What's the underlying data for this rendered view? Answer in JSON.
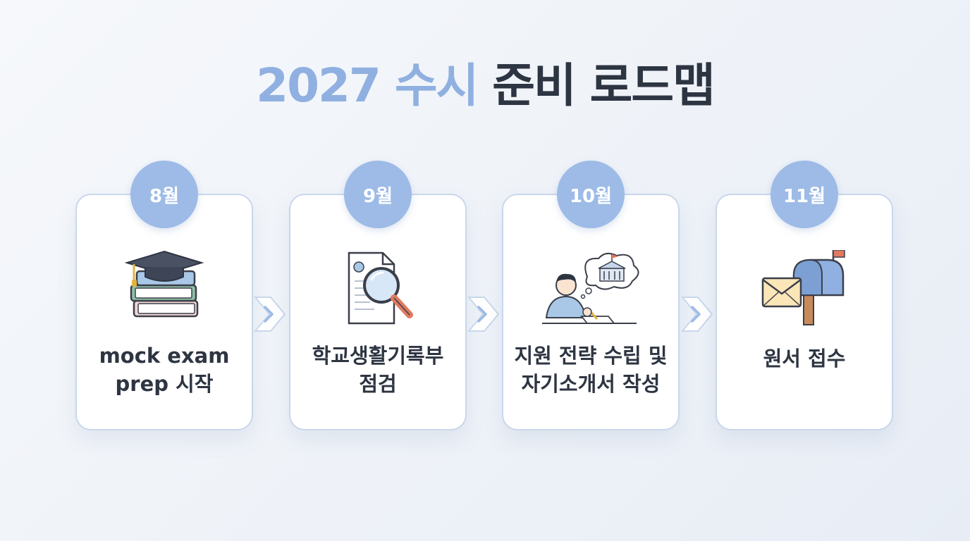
{
  "title": {
    "accent": "2027 수시",
    "rest": "준비 로드맵"
  },
  "colors": {
    "accent": "#8fb0e0",
    "badge": "#9dbbe6",
    "card_border": "#c9d7ec",
    "text": "#2e3542"
  },
  "steps": [
    {
      "month": "8월",
      "line1": "mock exam",
      "line2": "prep 시작",
      "icon": "graduation-cap-books-icon"
    },
    {
      "month": "9월",
      "line1": "학교생활기록부",
      "line2": "점검",
      "icon": "document-magnifier-icon"
    },
    {
      "month": "10월",
      "line1": "지원 전략 수립 및",
      "line2": "자기소개서 작성",
      "icon": "student-writing-icon"
    },
    {
      "month": "11월",
      "line1": "원서 접수",
      "line2": "",
      "icon": "mailbox-envelope-icon"
    }
  ]
}
